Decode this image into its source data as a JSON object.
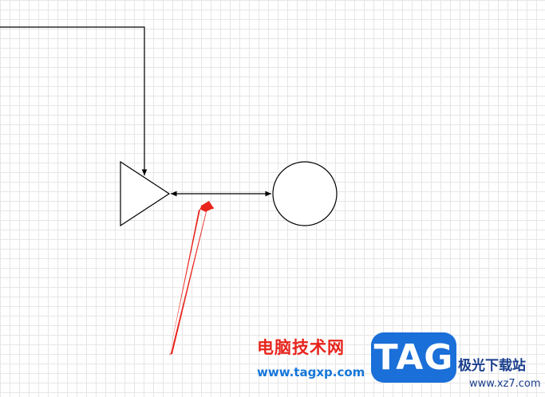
{
  "diagram": {
    "shapes": [
      "triangle",
      "circle"
    ],
    "connectors": [
      {
        "from": "left-edge",
        "to": "triangle",
        "arrow": "end",
        "routing": "orthogonal"
      },
      {
        "from": "triangle",
        "to": "circle",
        "arrow": "both",
        "routing": "straight"
      }
    ],
    "annotation": {
      "type": "red-arrow",
      "points_to": "connector-triangle-circle"
    }
  },
  "watermark": {
    "cn_title": "电脑技术网",
    "url": "www.tagxp.com",
    "badge": "TAG",
    "site_name": "极光下载站",
    "site_url": "www.xz7.com"
  },
  "colors": {
    "grid": "#e6e6e6",
    "stroke": "#000000",
    "annotation_red": "#e8241c",
    "watermark_red": "#e8241c",
    "watermark_blue": "#1677d9",
    "badge_blue": "#1a6fd8",
    "site_text": "#1a3e8c"
  }
}
